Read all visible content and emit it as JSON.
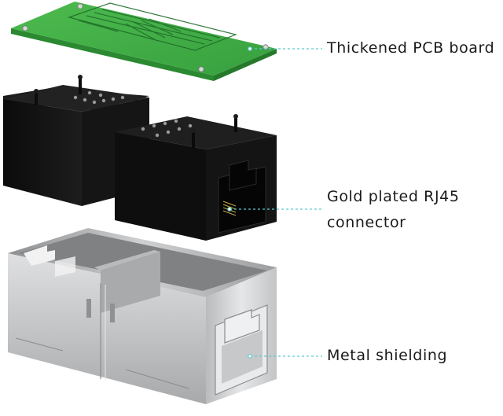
{
  "callouts": {
    "pcb_board": "Thickened PCB board",
    "rj45_line1": "Gold plated RJ45",
    "rj45_line2": "connector",
    "metal_shielding": "Metal shielding"
  },
  "colors": {
    "pcb_green": "#3fae45",
    "connector_black": "#111111",
    "metal_silver": "#c9cbcd",
    "leader_line": "#5cc9cf"
  }
}
